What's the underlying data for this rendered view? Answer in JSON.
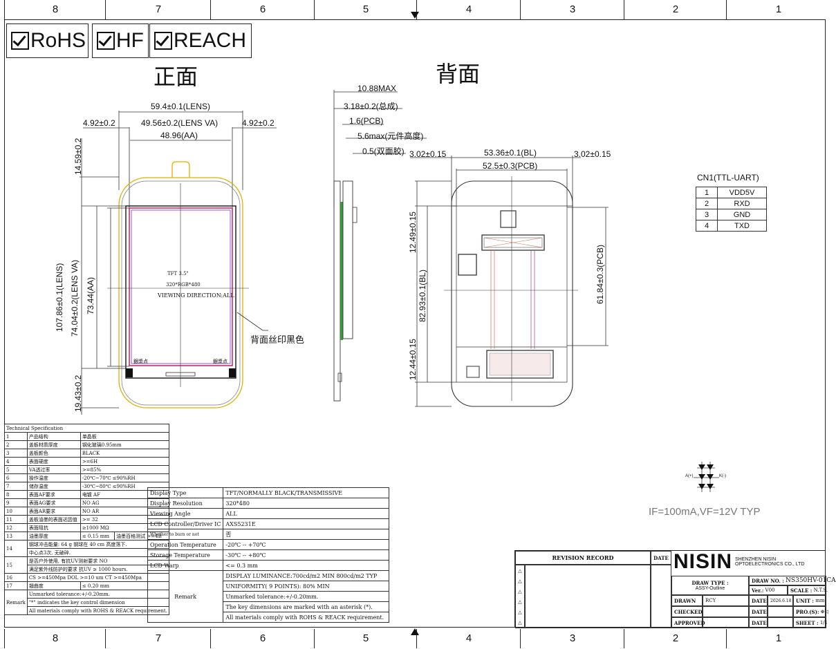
{
  "ruler": {
    "cols": [
      "8",
      "7",
      "6",
      "5",
      "4",
      "3",
      "2",
      "1"
    ]
  },
  "certs": [
    "RoHS",
    "HF",
    "REACH"
  ],
  "views": {
    "front": "正面",
    "back": "背面"
  },
  "front_dims": {
    "lens_w": "59.4±0.1(LENS)",
    "side_l": "4.92±0.2",
    "lens_va": "49.56±0.2(LENS VA)",
    "side_r": "4.92±0.2",
    "aa_w": "48.96(AA)",
    "top_gap": "14.59±0.2",
    "lens_h": "107.86±0.1(LENS)",
    "va_h": "74.04±0.2(LENS VA)",
    "aa_h": "73.44(AA)",
    "bot_gap": "19.43±0.2",
    "panel_line1": "TFT 3.5\"",
    "panel_line2": "320*RGB*480",
    "panel_line3": "VIEWING DIRECTION:ALL",
    "note_back_print": "背面丝印黑色",
    "corner_label": "銀漿点"
  },
  "side_dims": {
    "max": "10.88MAX",
    "total": "3.18±0.2(总成)",
    "pcb": "1.6(PCB)",
    "comp": "5.6max(元件高度)",
    "tape": "0.5(双面胶)"
  },
  "back_dims": {
    "side_l": "3.02±0.15",
    "bl_w": "53.36±0.1(BL)",
    "side_r": "3.02±0.15",
    "pcb_w": "52.5±0.3(PCB)",
    "top_gap": "12.49±0.15",
    "bl_h": "82.93±0.1(BL)",
    "bot_gap": "12.44±0.15",
    "pcb_h": "61.84±0.3(PCB)"
  },
  "connector": {
    "title": "CN1(TTL-UART)",
    "pins": [
      {
        "no": "1",
        "name": "VDD5V"
      },
      {
        "no": "2",
        "name": "RXD"
      },
      {
        "no": "3",
        "name": "GND"
      },
      {
        "no": "4",
        "name": "TXD"
      }
    ]
  },
  "led": {
    "anode": "A(+)",
    "cathode": "K(-)",
    "note": "IF=100mA,VF=12V  TYP"
  },
  "tech_spec": {
    "title": "Technical Specification",
    "rows": [
      {
        "no": "1",
        "item": "产品结构",
        "value": "单晶板",
        "value2": ""
      },
      {
        "no": "2",
        "item": "盖板材质厚度",
        "value": "钢化玻璃0.95mm",
        "value2": ""
      },
      {
        "no": "3",
        "item": "盖板颜色",
        "value": "BLACK",
        "value2": ""
      },
      {
        "no": "4",
        "item": "表面硬度",
        "value": ">=6H",
        "value2": ""
      },
      {
        "no": "5",
        "item": "VA透过率",
        "value": ">=85%",
        "value2": ""
      },
      {
        "no": "6",
        "item": "操作温度",
        "value": "-20℃~70℃  ≤90%RH",
        "value2": ""
      },
      {
        "no": "7",
        "item": "储存温度",
        "value": "-30℃~80℃  ≤90%RH",
        "value2": ""
      },
      {
        "no": "8",
        "item": "表面AF要求",
        "value": "电镀 AF",
        "value2": ""
      },
      {
        "no": "9",
        "item": "表面AG要求",
        "value": "NO AG",
        "value2": ""
      },
      {
        "no": "10",
        "item": "表面AR要求",
        "value": "NO AR",
        "value2": ""
      },
      {
        "no": "11",
        "item": "盖板油墨的表面达因值",
        "value": ">= 32",
        "value2": ""
      },
      {
        "no": "12",
        "item": "表面阻抗",
        "value": "≥1000 MΩ",
        "value2": ""
      },
      {
        "no": "13",
        "item": "油墨厚度",
        "value": "≤ 0.15 mm",
        "value2": "油墨百格测试   >=4B"
      },
      {
        "no": "14",
        "item": "钢球冲击能量: 64 g 钢球在 40 cm 高度落下.",
        "value": "中心点3次, 无破碎.",
        "value2": ""
      },
      {
        "no": "15",
        "item": "是否户外使用, 有抗UV测射要求   NO",
        "value": "满足紫外线防护的要求 抗UV ≥ 1000 hours.",
        "value2": ""
      },
      {
        "no": "16",
        "item": "CS  >=450Mpa   DOL  >=10 um   CT  >=450Mpa",
        "value": "",
        "value2": ""
      },
      {
        "no": "17",
        "item": "翘曲度",
        "value": "≤ 0.20 mm",
        "value2": ""
      }
    ],
    "remark_label": "Remark",
    "remark_lines": [
      "Unmarked tolerance:+/-0.20mm.",
      "\"*\" indicates the key control dimension",
      "All materials comply with ROHS & REACK requirement."
    ]
  },
  "display_spec": {
    "rows": [
      {
        "k": "Display Type",
        "v": "TFT/NORMALLY BLACK/TRANSMISSIVE"
      },
      {
        "k": "Display Resolution",
        "v": "320*480"
      },
      {
        "k": "Viewing Angle",
        "v": "ALL"
      },
      {
        "k": "LCD Controller/Driver IC",
        "v": "AXS5231E"
      },
      {
        "k": "Whether to burn or not",
        "v": "否"
      },
      {
        "k": "Operation Temperature",
        "v": "-20℃ -- +70℃"
      },
      {
        "k": "Storage Temperature",
        "v": "-30℃ -- +80℃"
      },
      {
        "k": "LCD Warp",
        "v": "<=  0.3 mm"
      }
    ],
    "remark_label": "Remark",
    "remark_lines": [
      "DISPLAY LUMINANCE:700cd/m2 MIN  800cd/m2 TYP",
      "UNIFORMITY( 9 POINTS):  80%  MIN",
      "Unmarked tolerance:+/-0.20mm.",
      "The key dimensions are marked with an asterisk (*).",
      "All materials comply with ROHS & REACK requirement."
    ]
  },
  "title_block": {
    "revision_record": "REVISION RECORD",
    "date_label": "DATE",
    "brand": "NISIN",
    "company1": "SHENZHEN NISIN",
    "company2": "OPTOELECTRONICS CO., LTD",
    "draw_type_label": "DRAW TYPE :",
    "draw_type": "ASSY-Outline",
    "draw_no_label": "DRAW NO. :",
    "draw_no": "NS350HV-01CA",
    "ver_label": "Ver.:",
    "ver": "V00",
    "scale_label": "SCALE :",
    "scale": "N.T.S.",
    "drawn_label": "DRAWN",
    "drawn": "RCY",
    "date_label2": "DATE",
    "date": "2026.6.18",
    "unit_label": "UNIT :",
    "unit": "mm",
    "checked_label": "CHECKED",
    "date_label3": "DATE",
    "pro_label": "PRO.(S):",
    "approved_label": "APPROVED",
    "date_label4": "DATE",
    "sheet_label": "SHEET :",
    "sheet": "1/1"
  }
}
